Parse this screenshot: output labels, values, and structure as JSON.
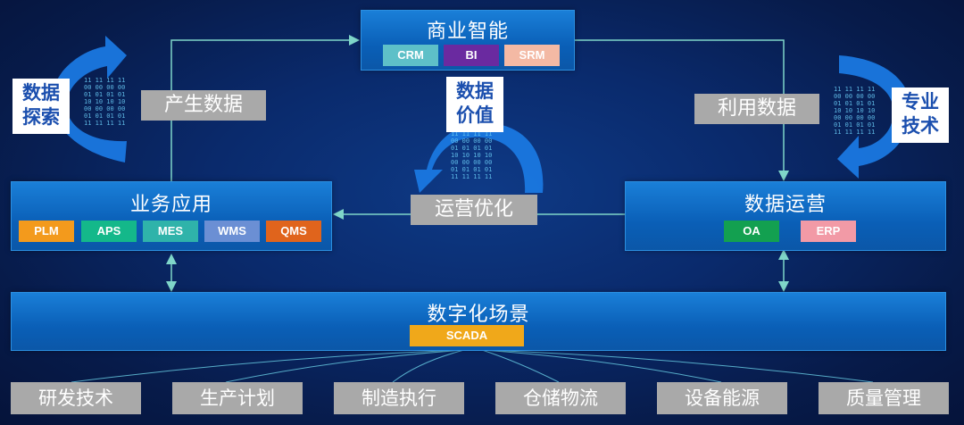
{
  "top_box": {
    "title": "商业智能",
    "tags": [
      "CRM",
      "BI",
      "SRM"
    ]
  },
  "left_box": {
    "title": "业务应用",
    "tags": [
      "PLM",
      "APS",
      "MES",
      "WMS",
      "QMS"
    ]
  },
  "right_box": {
    "title": "数据运营",
    "tags": [
      "OA",
      "ERP"
    ]
  },
  "bottom_box": {
    "title": "数字化场景",
    "tags": [
      "SCADA"
    ]
  },
  "labels": {
    "produce_data": "产生数据",
    "use_data": "利用数据",
    "ops_optimize": "运营优化",
    "data_explore_line1": "数据",
    "data_explore_line2": "探索",
    "data_value_line1": "数据",
    "data_value_line2": "价值",
    "pro_tech_line1": "专业",
    "pro_tech_line2": "技术"
  },
  "bottom_items": [
    "研发技术",
    "生产计划",
    "制造执行",
    "仓储物流",
    "设备能源",
    "质量管理"
  ],
  "binary_block": "11 11 11 11\n00 00 00 00\n01 01 01 01\n10 10 10 10\n00 00 00 00\n01 01 01 01\n11 11 11 11",
  "colors": {
    "CRM": "#5ec0c8",
    "BI": "#6a2aa0",
    "SRM": "#f3b9a4",
    "PLM": "#f39a1c",
    "APS": "#14b88a",
    "MES": "#2fb3aa",
    "WMS": "#6b8fd4",
    "QMS": "#e0641c",
    "OA": "#13a050",
    "ERP": "#f29aa6",
    "SCADA": "#f0a81a",
    "arrow": "#1e7ee6",
    "connector": "#7fd6c9"
  }
}
